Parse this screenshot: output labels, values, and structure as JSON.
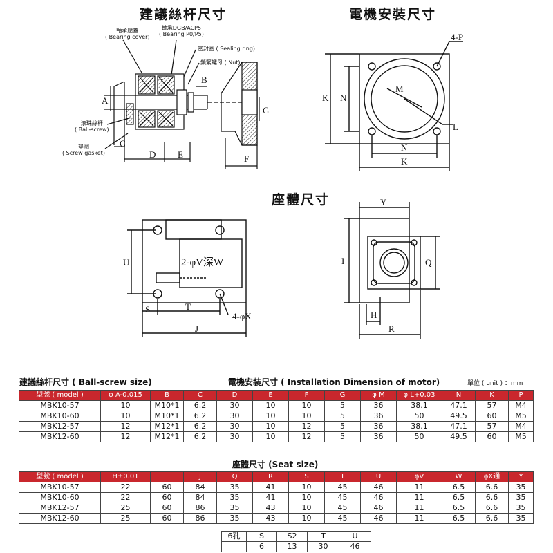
{
  "titles": {
    "ballscrew": "建議絲杆尺寸",
    "motor": "電機安裝尺寸",
    "seat": "座體尺寸"
  },
  "annotations": {
    "bearing_cover": "軸承壓蓋",
    "bearing_cover_en": "( Bearing cover)",
    "bearing_type": "軸承DGB/ACP5",
    "bearing_type_en": "( Bearing P0/P5)",
    "sealing_ring": "密封圈 ( Sealing ring)",
    "nut": "鎖緊螺母 ( Nut)",
    "ball_screw": "滾珠絲杆",
    "ball_screw_en": "( Ball-screw)",
    "gasket": "墊圈",
    "gasket_en": "( Screw gasket)"
  },
  "dim_labels": {
    "A": "A",
    "B": "B",
    "C": "C",
    "D": "D",
    "E": "E",
    "F": "F",
    "G": "G",
    "P4": "4-P",
    "M": "M",
    "L": "L",
    "K": "K",
    "N": "N",
    "U": "U",
    "V2": "2-φV深W",
    "S": "S",
    "T": "T",
    "X4": "4-φX",
    "J": "J",
    "Y": "Y",
    "I": "I",
    "Q": "Q",
    "H": "H",
    "R": "R"
  },
  "tables": {
    "ballscrew_title": "建議絲杆尺寸 ( Ball-screw size)",
    "motor_title": "電機安裝尺寸 ( Installation Dimension of motor)",
    "unit": "單位 ( unit ) ：mm",
    "seat_title": "座體尺寸  (Seat size)",
    "top": {
      "headers": [
        "型號 ( model )",
        "φ A-0.015",
        "B",
        "C",
        "D",
        "E",
        "F",
        "G",
        "φ M",
        "φ L+0.03",
        "N",
        "K",
        "P"
      ],
      "rows": [
        [
          "MBK10-57",
          "10",
          "M10*1",
          "6.2",
          "30",
          "10",
          "10",
          "5",
          "36",
          "38.1",
          "47.1",
          "57",
          "M4"
        ],
        [
          "MBK10-60",
          "10",
          "M10*1",
          "6.2",
          "30",
          "10",
          "10",
          "5",
          "36",
          "50",
          "49.5",
          "60",
          "M5"
        ],
        [
          "MBK12-57",
          "12",
          "M12*1",
          "6.2",
          "30",
          "10",
          "12",
          "5",
          "36",
          "38.1",
          "47.1",
          "57",
          "M4"
        ],
        [
          "MBK12-60",
          "12",
          "M12*1",
          "6.2",
          "30",
          "10",
          "12",
          "5",
          "36",
          "50",
          "49.5",
          "60",
          "M5"
        ]
      ]
    },
    "bottom": {
      "headers": [
        "型號 ( model )",
        "H±0.01",
        "I",
        "J",
        "Q",
        "R",
        "S",
        "T",
        "U",
        "φV",
        "W",
        "φX通",
        "Y"
      ],
      "rows": [
        [
          "MBK10-57",
          "22",
          "60",
          "84",
          "35",
          "41",
          "10",
          "45",
          "46",
          "11",
          "6.5",
          "6.6",
          "35"
        ],
        [
          "MBK10-60",
          "22",
          "60",
          "84",
          "35",
          "41",
          "10",
          "45",
          "46",
          "11",
          "6.5",
          "6.6",
          "35"
        ],
        [
          "MBK12-57",
          "25",
          "60",
          "86",
          "35",
          "43",
          "10",
          "45",
          "46",
          "11",
          "6.5",
          "6.6",
          "35"
        ],
        [
          "MBK12-60",
          "25",
          "60",
          "86",
          "35",
          "43",
          "10",
          "45",
          "46",
          "11",
          "6.5",
          "6.6",
          "35"
        ]
      ]
    },
    "extra": {
      "rows": [
        [
          "6孔",
          "S",
          "S2",
          "T",
          "U"
        ],
        [
          "6",
          "13",
          "30",
          "46"
        ]
      ]
    }
  }
}
